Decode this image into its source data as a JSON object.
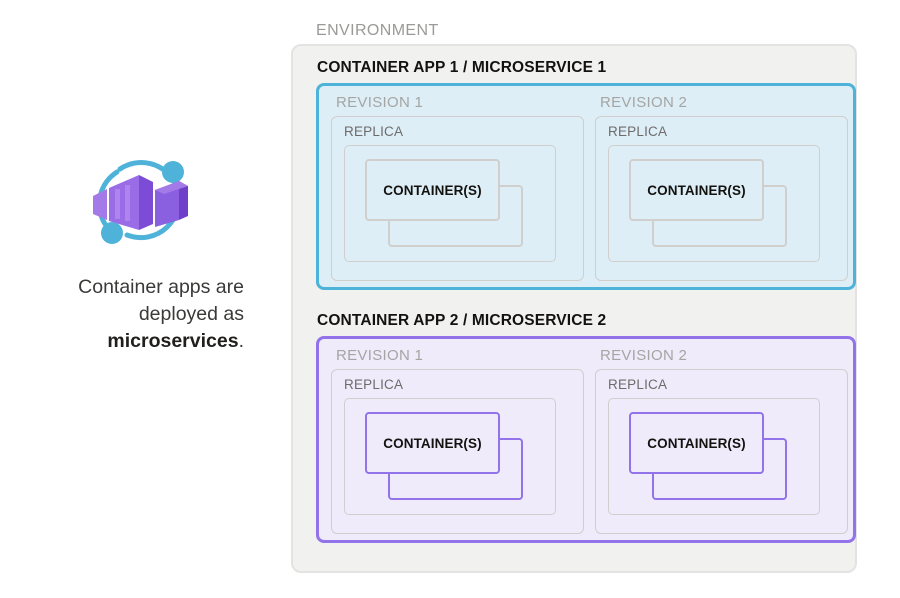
{
  "caption": {
    "line1": "Container apps are",
    "line2": "deployed as",
    "line3_strong": "microservices",
    "line3_end": "."
  },
  "icon": {
    "name": "azure-container-apps-icon",
    "colors": {
      "box_light": "#a47ae8",
      "box_mid": "#8a5fe0",
      "box_dark": "#6f3fc9",
      "arc": "#4fb3d9"
    }
  },
  "environment": {
    "label": "ENVIRONMENT",
    "border_color": "#e3e3e1",
    "fill_color": "#f1f1f0"
  },
  "apps": [
    {
      "title": "CONTAINER APP 1 / MICROSERVICE 1",
      "theme": "teal",
      "accent_color": "#4eb3d8",
      "fill_color": "#ddeef7",
      "revisions": [
        {
          "label": "REVISION 1",
          "replica_label": "REPLICA",
          "container_label": "CONTAINER(S)"
        },
        {
          "label": "REVISION 2",
          "replica_label": "REPLICA",
          "container_label": "CONTAINER(S)"
        }
      ]
    },
    {
      "title": "CONTAINER APP 2 / MICROSERVICE 2",
      "theme": "purple",
      "accent_color": "#9273ea",
      "fill_color": "#efebfb",
      "revisions": [
        {
          "label": "REVISION 1",
          "replica_label": "REPLICA",
          "container_label": "CONTAINER(S)"
        },
        {
          "label": "REVISION 2",
          "replica_label": "REPLICA",
          "container_label": "CONTAINER(S)"
        }
      ]
    }
  ]
}
